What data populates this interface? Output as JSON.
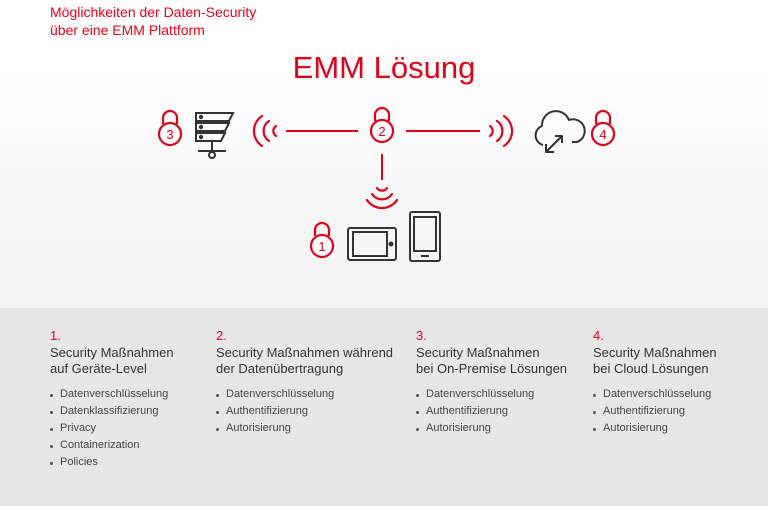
{
  "header": {
    "subtitle_line1": "Möglichkeiten der Daten-Security",
    "subtitle_line2": "über eine EMM Plattform",
    "title": "EMM Lösung"
  },
  "diagram": {
    "accent_color": "#e2001a",
    "icon_color": "#333333",
    "locks": [
      {
        "label": "3",
        "icon": "padlock-icon"
      },
      {
        "label": "2",
        "icon": "padlock-icon"
      },
      {
        "label": "4",
        "icon": "padlock-icon"
      },
      {
        "label": "1",
        "icon": "padlock-icon"
      }
    ],
    "icons": [
      "server-icon",
      "cloud-sync-icon",
      "tablet-icon",
      "smartphone-icon",
      "wireless-signal-icon"
    ]
  },
  "columns": [
    {
      "number": "1.",
      "heading_line1": "Security Maßnahmen",
      "heading_line2": "auf Geräte-Level",
      "items": [
        "Datenverschlüsselung",
        "Datenklassifizierung",
        "Privacy",
        "Containerization",
        "Policies"
      ]
    },
    {
      "number": "2.",
      "heading_line1": "Security Maßnahmen während",
      "heading_line2": "der Datenübertragung",
      "items": [
        "Datenverschlüsselung",
        "Authentifizierung",
        "Autorisierung"
      ]
    },
    {
      "number": "3.",
      "heading_line1": "Security Maßnahmen",
      "heading_line2": "bei On-Premise Lösungen",
      "items": [
        "Datenverschlüsselung",
        "Authentifizierung",
        "Autorisierung"
      ]
    },
    {
      "number": "4.",
      "heading_line1": "Security Maßnahmen",
      "heading_line2": "bei Cloud Lösungen",
      "items": [
        "Datenverschlüsselung",
        "Authentifizierung",
        "Autorisierung"
      ]
    }
  ]
}
